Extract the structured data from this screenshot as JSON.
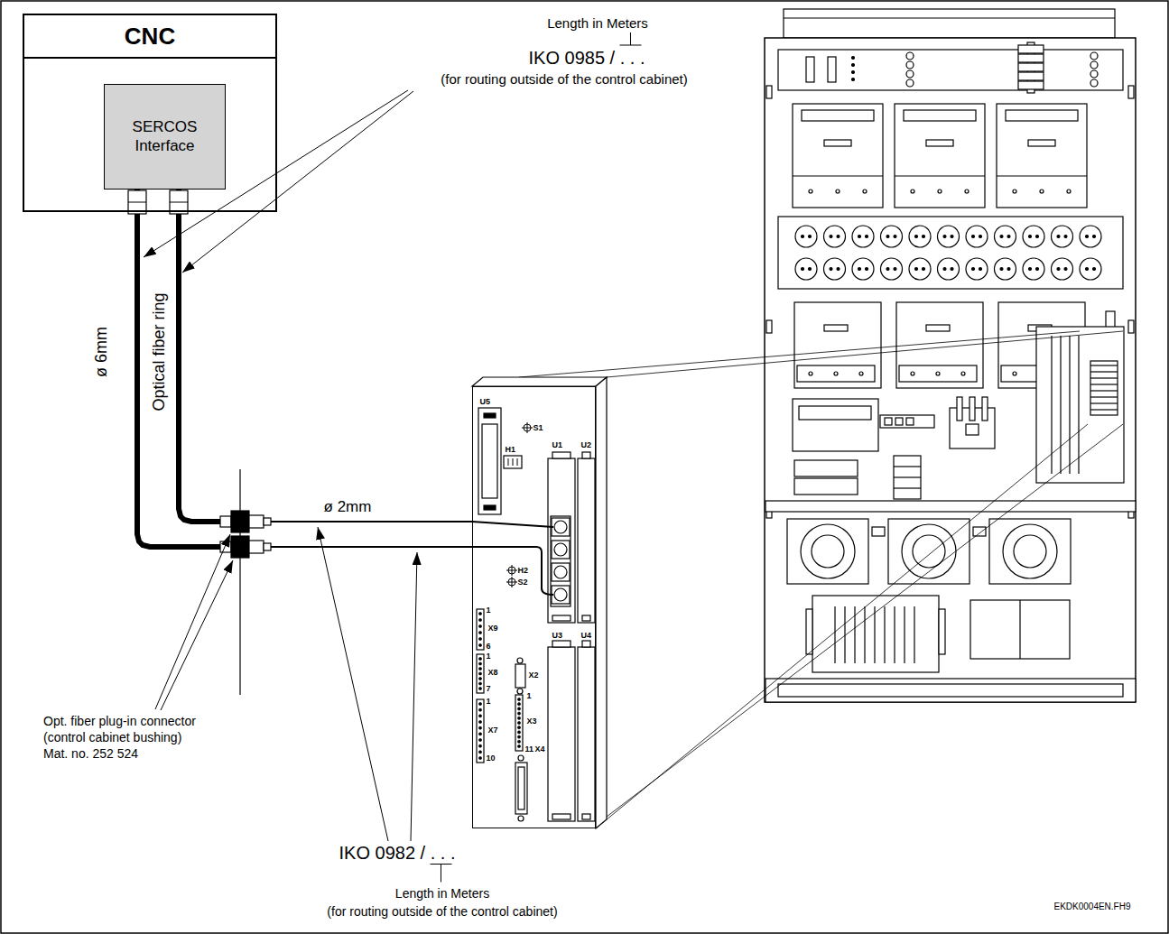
{
  "diagram": {
    "nodes": [
      {
        "text": [
          "CNC"
        ]
      },
      {
        "text": [
          "SERCOS Interface"
        ],
        "in": 0
      },
      {
        "text": [
          "U5",
          "S1",
          "H1",
          "U1",
          "U2",
          "H2",
          "S2",
          "X9",
          "1",
          "6",
          "X8",
          "1",
          "7",
          "X7",
          "1",
          "10",
          "X2",
          "1",
          "X3",
          "11",
          "X4",
          "U3",
          "U4"
        ]
      }
    ],
    "edges": [
      {
        "from": 1,
        "to": 2,
        "arrow": "none"
      },
      {
        "from": 1,
        "to": 2,
        "arrow": "none"
      }
    ],
    "labels": [
      "Length in Meters",
      "IKO 0985 / . . .",
      "(for routing outside of the control cabinet)",
      "ø 6mm",
      "Optical fiber ring",
      "ø 2mm",
      "Opt. fiber plug-in connector (control cabinet bushing) Mat. no. 252 524",
      "IKO 0982 / . . .",
      "Length in Meters",
      "(for routing outside of the control cabinet)",
      "EKDK0004EN.FH9"
    ]
  }
}
